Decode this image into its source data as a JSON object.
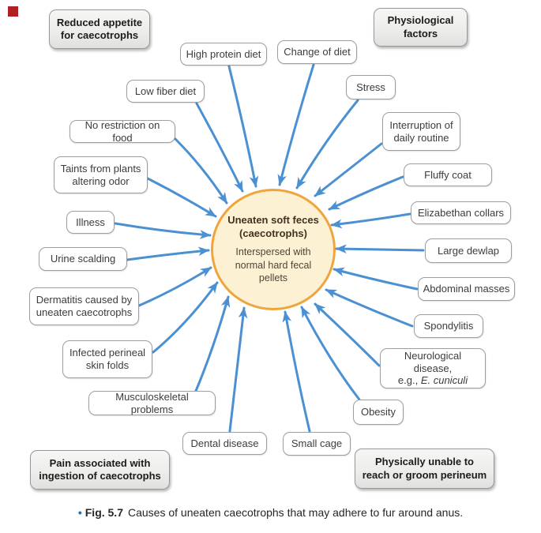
{
  "figure": {
    "caption": {
      "bullet": "•",
      "fig_label": "Fig. 5.7",
      "text": "Causes of uneaten caecotrophs that may adhere to fur around anus."
    }
  },
  "center": {
    "title": "Uneaten soft feces (caecotrophs)",
    "subtitle": "Interspersed with normal hard fecal pellets"
  },
  "headers": {
    "top_left": "Reduced appetite for caecotrophs",
    "top_right": "Physiological factors",
    "bottom_left": "Pain associated with ingestion of caecotrophs",
    "bottom_right": "Physically unable to reach or groom perineum"
  },
  "causes": [
    {
      "label": "High protein diet"
    },
    {
      "label": "Low fiber diet"
    },
    {
      "label": "No restriction on food"
    },
    {
      "label": "Taints from plants altering odor"
    },
    {
      "label": "Illness"
    },
    {
      "label": "Urine scalding"
    },
    {
      "label": "Dermatitis caused by uneaten caecotrophs"
    },
    {
      "label": "Infected perineal skin folds"
    },
    {
      "label": "Musculoskeletal problems"
    },
    {
      "label": "Dental disease"
    },
    {
      "label": "Change of diet"
    },
    {
      "label": "Stress"
    },
    {
      "label": "Interruption of daily routine"
    },
    {
      "label": "Fluffy coat"
    },
    {
      "label": "Elizabethan collars"
    },
    {
      "label": "Large dewlap"
    },
    {
      "label": "Abdominal masses"
    },
    {
      "label": "Spondylitis"
    },
    {
      "line1": "Neurological disease,",
      "line2_prefix": "e.g., ",
      "line2_italic": "E. cuniculi"
    },
    {
      "label": "Obesity"
    },
    {
      "label": "Small cage"
    }
  ],
  "colors": {
    "arrow": "#4a90d2",
    "circle_fill": "#fcf1d3",
    "circle_border": "#f0a43c",
    "corner_marker": "#b01f24"
  }
}
